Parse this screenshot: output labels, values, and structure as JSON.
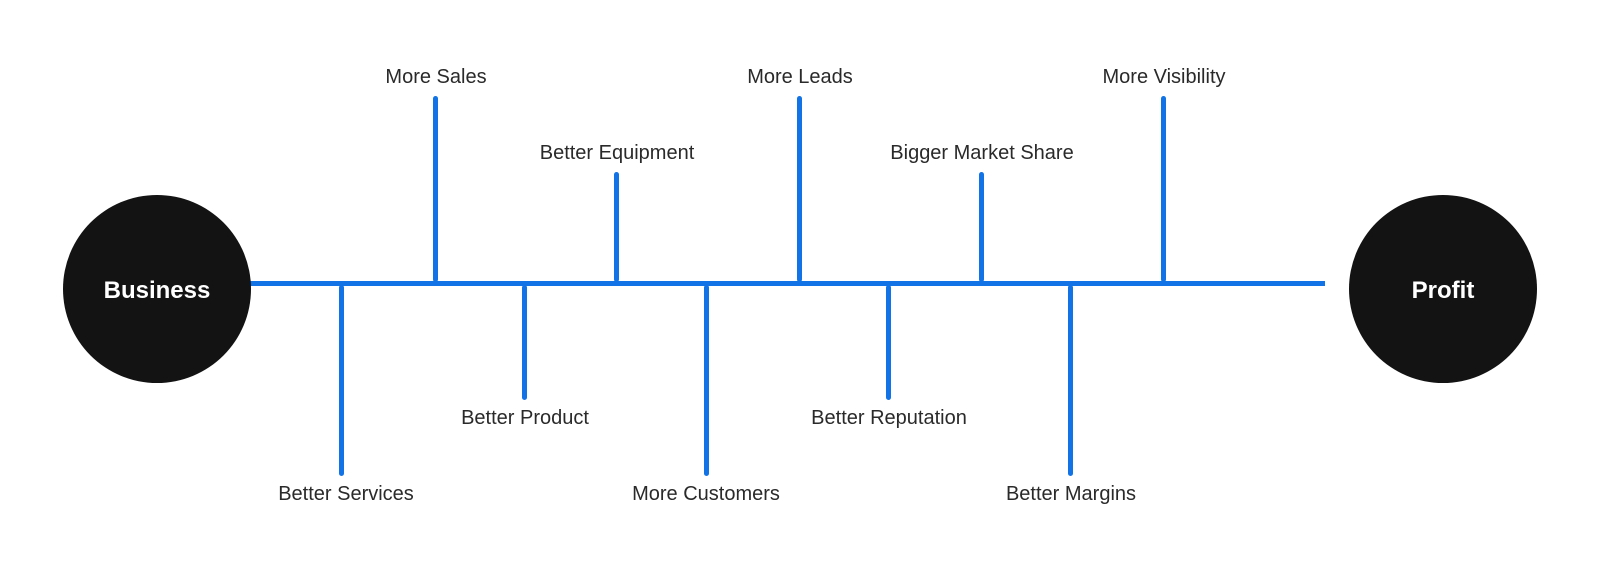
{
  "colors": {
    "accent": "#1173e6",
    "node_fill": "#131313",
    "node_text": "#ffffff",
    "label_text": "#2a2a2a",
    "background": "#ffffff"
  },
  "diagram": {
    "start_node": {
      "label": "Business"
    },
    "end_node": {
      "label": "Profit"
    },
    "top_branches": [
      {
        "label": "More Sales",
        "length": "long"
      },
      {
        "label": "Better Equipment",
        "length": "short"
      },
      {
        "label": "More Leads",
        "length": "long"
      },
      {
        "label": "Bigger Market Share",
        "length": "short"
      },
      {
        "label": "More Visibility",
        "length": "long"
      }
    ],
    "bottom_branches": [
      {
        "label": "Better Services",
        "length": "long"
      },
      {
        "label": "Better Product",
        "length": "short"
      },
      {
        "label": "More Customers",
        "length": "long"
      },
      {
        "label": "Better Reputation",
        "length": "short"
      },
      {
        "label": "Better Margins",
        "length": "long"
      }
    ]
  }
}
